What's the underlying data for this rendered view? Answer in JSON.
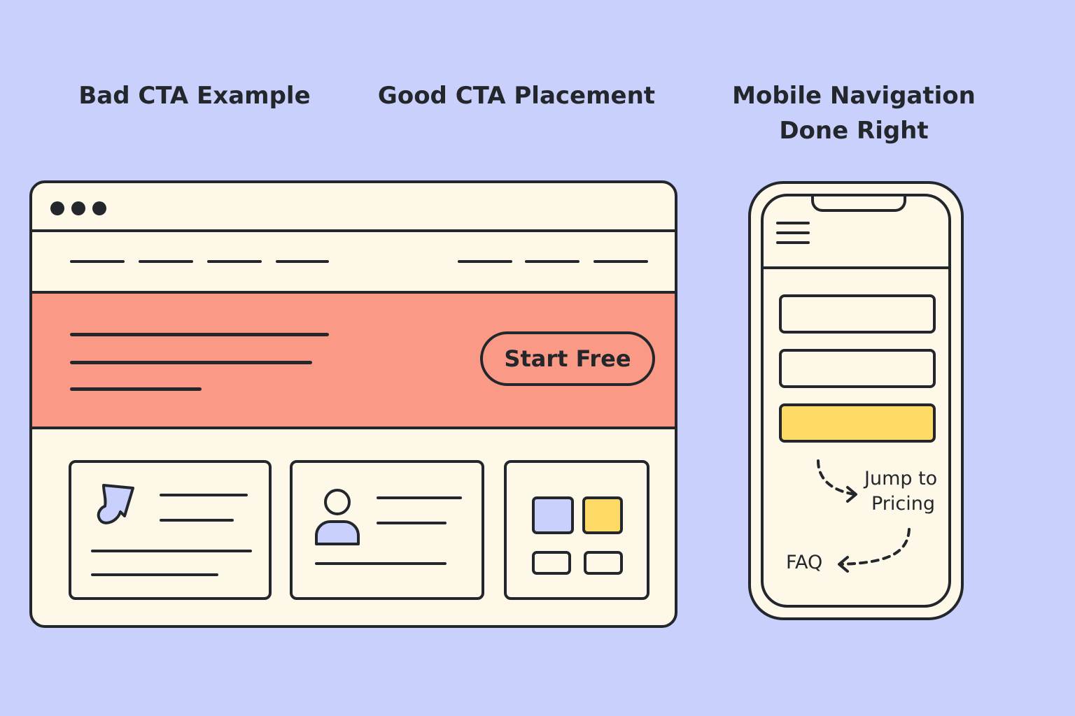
{
  "headings": {
    "bad": "Bad CTA Example",
    "good": "Good CTA Placement",
    "mobile_line1": "Mobile Navigation",
    "mobile_line2": "Done Right"
  },
  "browser": {
    "cta_label": "Start Free"
  },
  "phone": {
    "jump_line1": "Jump to",
    "jump_line2": "Pricing",
    "faq_label": "FAQ",
    "highlight_color": "#fdd966"
  },
  "colors": {
    "background": "#c8d0fb",
    "paper": "#fdf8e7",
    "hero": "#fa9985",
    "outline": "#23272c",
    "accent_blue": "#c8d0fb",
    "accent_yellow": "#fdd966"
  },
  "icons": [
    "window-dots-icon",
    "document-icon",
    "user-icon",
    "grid-icon",
    "menu-icon",
    "dashed-arrow-icon"
  ]
}
